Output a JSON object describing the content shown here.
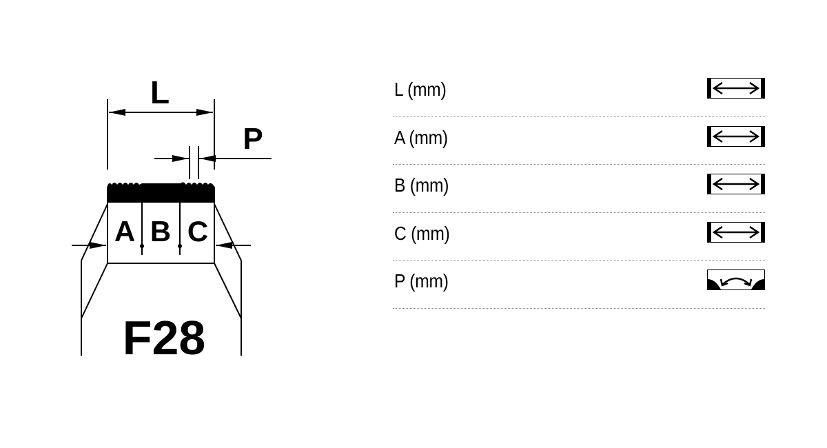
{
  "diagram": {
    "label_L": "L",
    "label_P": "P",
    "label_A": "A",
    "label_B": "B",
    "label_C": "C",
    "code": "F28"
  },
  "dimensions": [
    {
      "label": "L (mm)",
      "icon": "linear-dimension-icon"
    },
    {
      "label": "A (mm)",
      "icon": "linear-dimension-icon"
    },
    {
      "label": "B (mm)",
      "icon": "linear-dimension-icon"
    },
    {
      "label": "C (mm)",
      "icon": "linear-dimension-icon"
    },
    {
      "label": "P (mm)",
      "icon": "pitch-dimension-icon"
    }
  ]
}
